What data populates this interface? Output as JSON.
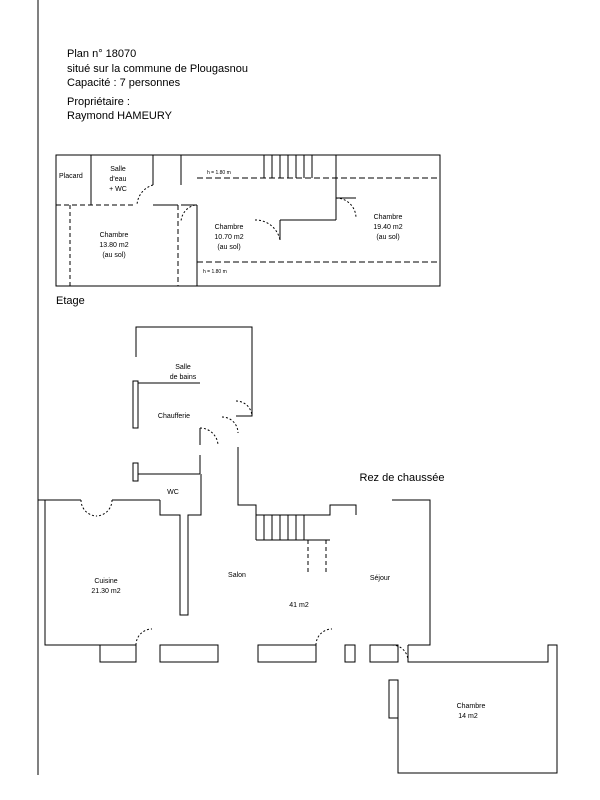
{
  "header": {
    "plan_no": "Plan n° 18070",
    "location": "situé sur la commune de Plougasnou",
    "capacity": "Capacité : 7 personnes",
    "owner_label": "Propriétaire :",
    "owner_name": "Raymond HAMEURY"
  },
  "etage": {
    "title": "Etage",
    "placard": "Placard",
    "salle_eau": [
      "Salle",
      "d'eau",
      "+ WC"
    ],
    "chambre1": [
      "Chambre",
      "13.80 m2",
      "(au sol)"
    ],
    "chambre2": [
      "Chambre",
      "10.70 m2",
      "(au sol)"
    ],
    "chambre3": [
      "Chambre",
      "19.40 m2",
      "(au sol)"
    ],
    "height_top": "h = 1.80 m",
    "height_bottom": "h = 1.80 m"
  },
  "rdc": {
    "title": "Rez de chaussée",
    "salle_bains": [
      "Salle",
      "de bains"
    ],
    "chaufferie": "Chaufferie",
    "wc": "WC",
    "cuisine": [
      "Cuisine",
      "21.30 m2"
    ],
    "salon": "Salon",
    "salon_area": "41 m2",
    "sejour": "Séjour",
    "chambre": [
      "Chambre",
      "14 m2"
    ]
  }
}
